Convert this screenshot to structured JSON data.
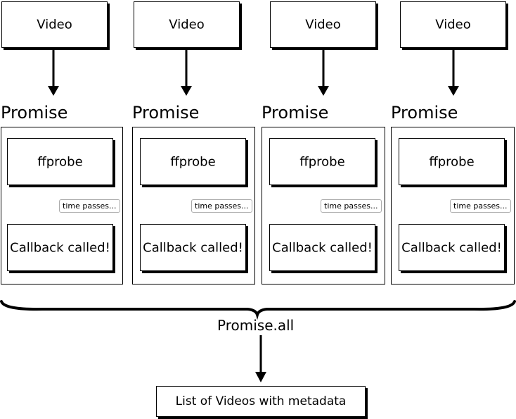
{
  "columns": [
    {
      "video_label": "Video",
      "promise_label": "Promise",
      "ffprobe_label": "ffprobe",
      "time_note": "time passes...",
      "callback_label": "Callback called!"
    },
    {
      "video_label": "Video",
      "promise_label": "Promise",
      "ffprobe_label": "ffprobe",
      "time_note": "time passes...",
      "callback_label": "Callback called!"
    },
    {
      "video_label": "Video",
      "promise_label": "Promise",
      "ffprobe_label": "ffprobe",
      "time_note": "time passes...",
      "callback_label": "Callback called!"
    },
    {
      "video_label": "Video",
      "promise_label": "Promise",
      "ffprobe_label": "ffprobe",
      "time_note": "time passes...",
      "callback_label": "Callback called!"
    }
  ],
  "aggregate": {
    "label": "Promise.all",
    "result_label": "List of Videos with metadata"
  }
}
